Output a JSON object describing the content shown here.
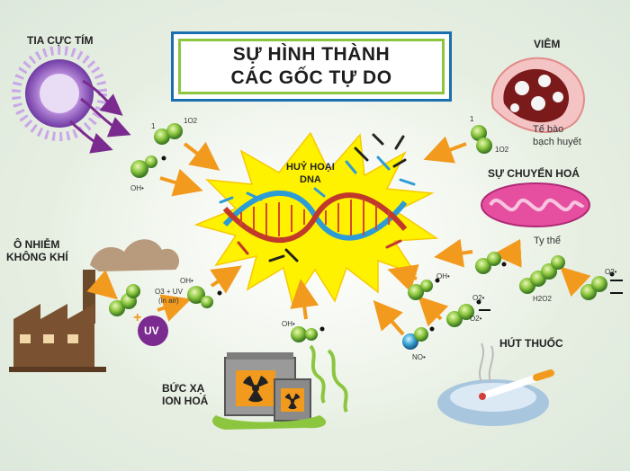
{
  "title": {
    "line1": "SỰ HÌNH THÀNH",
    "line2": "CÁC GỐC TỰ DO"
  },
  "center": {
    "line1": "HUỶ HOẠI",
    "line2": "DNA"
  },
  "sources": {
    "uv_rays": "TIA CỰC TÍM",
    "inflammation": "VIÊM",
    "lymph_cell": {
      "line1": "Tế bào",
      "line2": "bạch huyết"
    },
    "metabolism": "SỰ CHUYỂN HOÁ",
    "mitochondria": "Ty thể",
    "air_pollution": {
      "line1": "Ô NHIỄM",
      "line2": "KHÔNG KHÍ"
    },
    "smoking": "HÚT THUỐC",
    "radiation": {
      "line1": "BỨC XẠ",
      "line2": "ION HOÁ"
    }
  },
  "molecule_labels": {
    "singlet_o2_left_1": "1",
    "singlet_o2_left_2": "1O2",
    "oh_left": "OH•",
    "singlet_o2_right_1": "1",
    "singlet_o2_right_2": "1O2",
    "oh_factory": "OH•",
    "reaction_note_1": "O3 + UV",
    "reaction_note_2": "(in air)",
    "uv_circle": "UV",
    "plus": "+",
    "oh_bottom": "OH•",
    "oh_right": "OH•",
    "o2_right": "O2•",
    "h2o2": "H2O2",
    "o2_far": "O2•",
    "o2_lower": "O2•",
    "no": "NO•"
  },
  "colors": {
    "title_border": "#1a6fb0",
    "title_inner_border": "#8cc63f",
    "explosion": "#fff200",
    "arrow": "#f29a1e",
    "molecule": "#8cc63f",
    "uv_purple": "#7b2b8f"
  }
}
